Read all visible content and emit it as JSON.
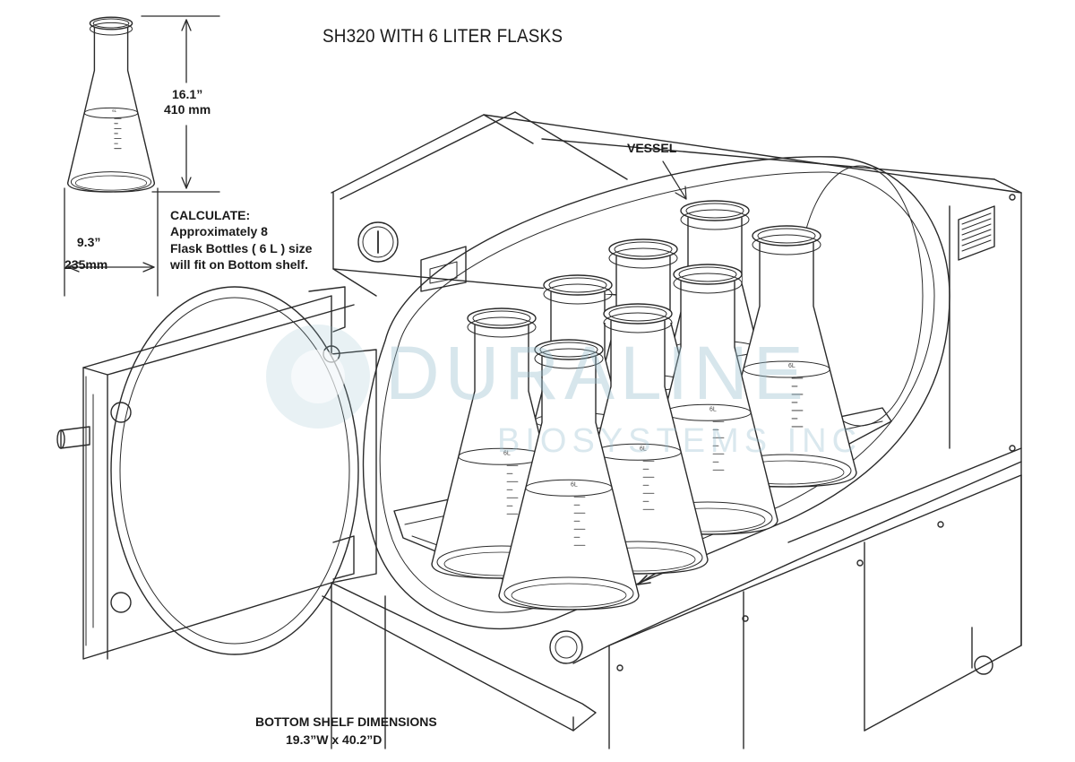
{
  "title": "SH320 WITH 6 LITER FLASKS",
  "flask_height": {
    "inches": "16.1”",
    "mm": "410 mm"
  },
  "flask_width": {
    "inches": "9.3”",
    "mm": "235mm"
  },
  "calculate": {
    "heading": "CALCULATE:",
    "line1": "Approximately  8",
    "line2": "Flask Bottles ( 6 L ) size",
    "line3": "will fit on Bottom shelf."
  },
  "vessel_label": "VESSEL",
  "bottom_shelf": {
    "heading": "BOTTOM SHELF DIMENSIONS",
    "dimensions": "19.3”W x 40.2”D"
  },
  "flask_graduation": "6L",
  "watermark": {
    "line1": "DURALINE",
    "line2": "BIOSYSTEMS INC"
  },
  "colors": {
    "line": "#2a2a2a",
    "watermark": "#96bece",
    "background": "#ffffff"
  }
}
